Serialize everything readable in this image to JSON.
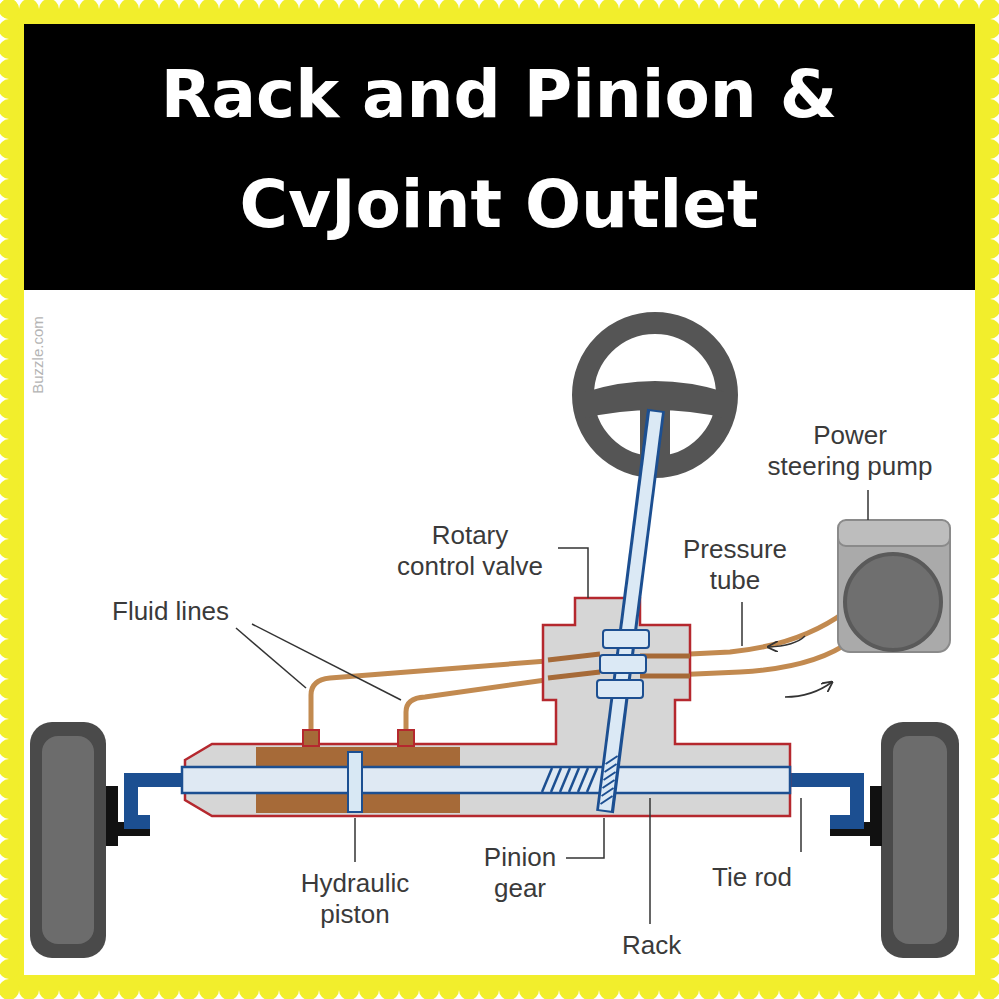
{
  "diagram": {
    "title": "Rack and Pinion & CvJoint Outlet",
    "labels": [
      "Buzzle.com",
      "Power steering pump",
      "Rotary control valve",
      "Pressure tube",
      "Fluid lines",
      "Hydraulic piston",
      "Pinion gear",
      "Tie rod",
      "Rack"
    ]
  }
}
